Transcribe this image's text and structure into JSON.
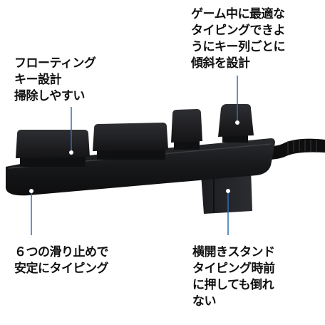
{
  "callouts": {
    "floating_keys": {
      "lines": [
        "フローティング",
        "キー設計",
        "掃除しやすい"
      ]
    },
    "tilt_per_row": {
      "lines": [
        "ゲーム中に最適な",
        "タイピングできよ",
        "うにキー列ごとに",
        "傾斜を設計"
      ]
    },
    "rubber_feet": {
      "lines": [
        "６つの滑り止めで",
        "安定にタイピング"
      ]
    },
    "kickstand": {
      "lines": [
        "横開きスタンド",
        "タイピング時前",
        "に押しても倒れ",
        "ない"
      ]
    }
  },
  "colors": {
    "background": "#ffffff",
    "text": "#111111",
    "keyboard_body": "#1b1c1e",
    "keycap": "#232427",
    "pointer_line": "#2f6fb8"
  },
  "illustration": {
    "subject": "side profile of a black mechanical keyboard with cable and flip-out stand"
  }
}
